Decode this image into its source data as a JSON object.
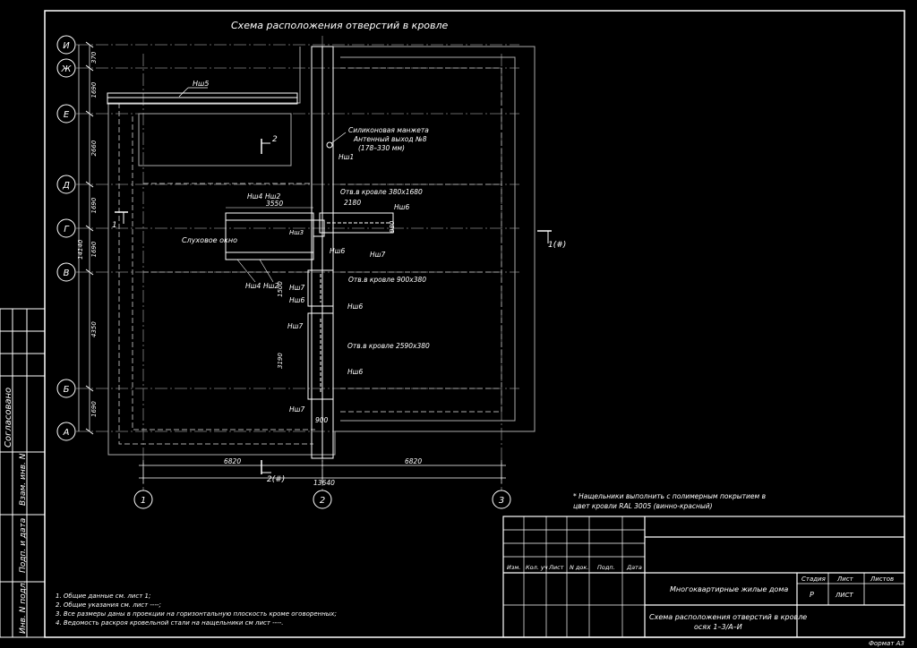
{
  "title": "Схема расположения отверстий в кровле",
  "axes_letters": [
    "И",
    "Ж",
    "Е",
    "Д",
    "Г",
    "В",
    "Б",
    "А"
  ],
  "axes_numbers": [
    "1",
    "2",
    "3"
  ],
  "dims_left": [
    "370",
    "1690",
    "2660",
    "1690",
    "1690",
    "4350",
    "1690"
  ],
  "dim_total_left": "14140",
  "dims_bottom": [
    "6820",
    "13640",
    "6820"
  ],
  "callouts": {
    "nsh5": "Нш5",
    "silicone": "Силиконовая манжета",
    "antenna": "Антенный выход №8",
    "range": "(178–330 мм)",
    "nsh1": "Нш1",
    "hole1": "Отв.в кровле 380х1680",
    "hole2": "Отв.в кровле 900х380",
    "hole3": "Отв.в кровле 2590х380",
    "nsh2": "Нш2",
    "nsh3": "Нш3",
    "nsh4": "Нш4",
    "nsh6": "Нш6",
    "nsh7": "Нш7",
    "skylight": "Слуховое окно",
    "d3550": "3550",
    "d2180": "2180",
    "d980": "980",
    "d1500": "1500",
    "d3190": "3190",
    "d900": "900",
    "sec2": "2",
    "sec1": "1",
    "sec1ref": "1(#)",
    "sec2ref": "2(#)"
  },
  "note_star": [
    "* Нащельники выполнить с полимерным покрытием в",
    "цвет кровли RAL 3005 (винно-красный)"
  ],
  "notes": [
    "1. Общие данные см. лист 1;",
    "2. Общие указания см. лист ----;",
    "3. Все размеры даны в проекции на горизонтальную плоскость кроме оговоренных;",
    "4. Ведомость раскроя кровельной стали на нащельники см лист ----."
  ],
  "side_labels": [
    "Согласовано",
    "Взам. инв. N",
    "Подп. и дата",
    "Инв. N подл."
  ],
  "stamp": {
    "headers": [
      "Изм.",
      "Кол. уч",
      "Лист",
      "N док.",
      "Подп.",
      "Дата"
    ],
    "project": "Многоквартирные жилые дома",
    "sheet_title_1": "Схема расположения отверстий в кровле",
    "sheet_title_2": "осях 1–3/А–И",
    "col_stage": "Стадия",
    "col_sheet": "Лист",
    "col_sheets": "Листов",
    "stage": "Р",
    "sheet": "ЛИСТ"
  },
  "format": "Формат А3"
}
